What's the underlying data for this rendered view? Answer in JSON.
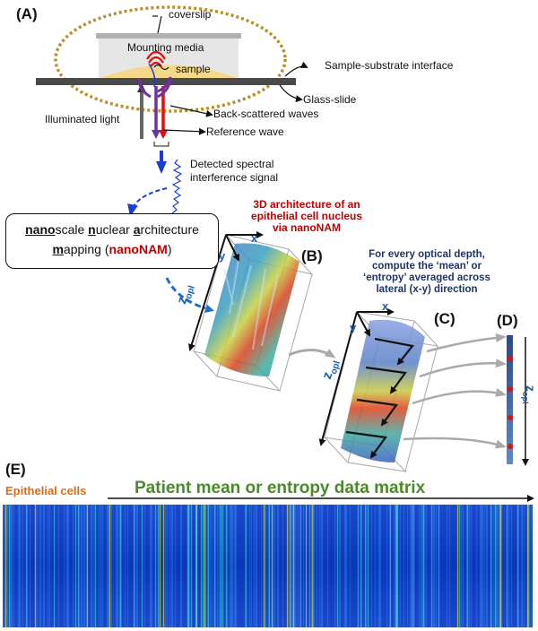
{
  "panels": {
    "a": "(A)",
    "b": "(B)",
    "c": "(C)",
    "d": "(D)",
    "e": "(E)"
  },
  "panel_a": {
    "coverslip": "coverslip",
    "mounting_media": "Mounting media",
    "sample": "sample",
    "interface": "Sample-substrate interface",
    "glass_slide": "Glass-slide",
    "illuminated": "Illuminated light",
    "backscattered": "Back-scattered waves",
    "reference": "Reference wave",
    "detected_line1": "Detected spectral",
    "detected_line2": "interference signal"
  },
  "method_box": {
    "w1_em": "nano",
    "w1_rest": "scale ",
    "w2_em": "n",
    "w2_rest": "uclear ",
    "w3_em": "a",
    "w3_rest": "rchitecture",
    "w4_em": "m",
    "w4_rest": "apping (",
    "acronym": "nanoNAM",
    "close": ")"
  },
  "panel_b": {
    "caption_line1": "3D architecture of an",
    "caption_line2": "epithelial cell nucleus",
    "caption_line3": "via nanoNAM",
    "axis_x": "x",
    "axis_y": "y",
    "axis_z": "z",
    "axis_z_sub": "opl"
  },
  "panel_c": {
    "caption_line1": "For every optical depth,",
    "caption_line2": "compute the ‘mean’ or",
    "caption_line3": "‘entropy’ averaged across",
    "caption_line4": "lateral (x-y) direction",
    "axis_x": "x",
    "axis_y": "y",
    "axis_z": "z",
    "axis_z_sub": "opl"
  },
  "panel_d": {
    "axis_z": "z",
    "axis_z_sub": "opl"
  },
  "panel_e": {
    "row_label": "Epithelial cells",
    "column_label": "Patient mean or entropy data matrix"
  },
  "colors": {
    "red_text": "#c00000",
    "navy_text": "#1f3566",
    "green_text": "#4a8a2a",
    "orange_text": "#e06b10",
    "axis_blue": "#1a5fa8",
    "ellipse": "#b8902a",
    "sample_yellow": "#f5d98a",
    "signal_blue": "#1a3fd0",
    "heatmap_base": "#1e4fd2"
  }
}
